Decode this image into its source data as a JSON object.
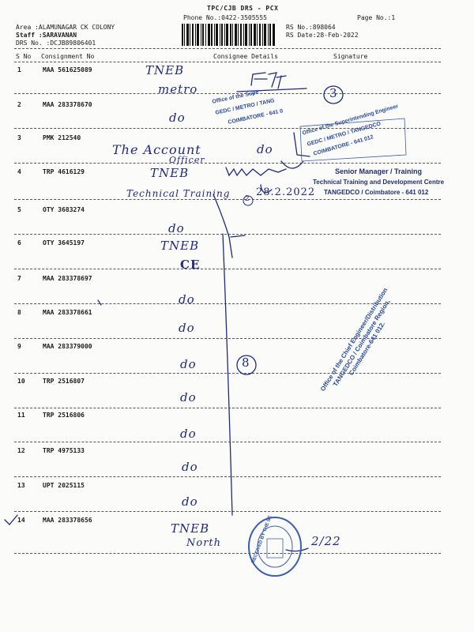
{
  "header": {
    "title": "TPC/CJB  DRS - PCX",
    "phone": "Phone No.:0422-3505555",
    "page": "Page No.:1",
    "area": "Area :ALAMUNAGAR CK COLONY",
    "staff": "Staff :SARAVANAN",
    "drs": "DRS No. :DCJB89806401",
    "rs_no": "RS No.:898064",
    "rs_date": "RS Date:28-Feb-2022"
  },
  "columns": {
    "sno": "S No",
    "consignment": "Consignment No",
    "consignee": "Consignee Details",
    "signature": "Signature"
  },
  "rows": [
    {
      "sno": "1",
      "consignment": "MAA 561625089"
    },
    {
      "sno": "2",
      "consignment": "MAA 283378670"
    },
    {
      "sno": "3",
      "consignment": "PMK 212540"
    },
    {
      "sno": "4",
      "consignment": "TRP 4616129"
    },
    {
      "sno": "5",
      "consignment": "OTY 3683274"
    },
    {
      "sno": "6",
      "consignment": "OTY 3645197"
    },
    {
      "sno": "7",
      "consignment": "MAA 283378697"
    },
    {
      "sno": "8",
      "consignment": "MAA 283378661"
    },
    {
      "sno": "9",
      "consignment": "MAA 283379000"
    },
    {
      "sno": "10",
      "consignment": "TRP 2516807"
    },
    {
      "sno": "11",
      "consignment": "TRP 2516806"
    },
    {
      "sno": "12",
      "consignment": "TRP 4975133"
    },
    {
      "sno": "13",
      "consignment": "UPT 2025115"
    },
    {
      "sno": "14",
      "consignment": "MAA 283378656"
    }
  ],
  "handwriting": {
    "r1a": "TNEB",
    "r1b": "metro",
    "r2": "do",
    "r3a": "The Account",
    "r3b": "Officer",
    "r3c": "do",
    "r4a": "TNEB",
    "r4b": "Technical Training",
    "r5": "do",
    "r6a": "TNEB",
    "r6b": "CE",
    "r7": "do",
    "r8": "do",
    "r9": "do",
    "r10": "do",
    "r11": "do",
    "r12": "do",
    "r13": "do",
    "r14a": "TNEB",
    "r14b": "North",
    "circle1": "3",
    "circle2": "8",
    "circle3": "2",
    "date4": "28.2.2022",
    "date14": "2/22"
  },
  "stamps": {
    "se1_line1": "Office of the Supe",
    "se1_line2": "GEDC / METRO / TANG",
    "se1_line3": "COIMBATORE - 641 0",
    "se2_line1": "Office of the Superintending Engineer",
    "se2_line2": "GEDC / METRO / TANGEDCO",
    "se2_line3": "COIMBATORE - 641 012",
    "tdc_line1": "Senior Manager / Training",
    "tdc_line2": "Technical Training and Development Centre",
    "tdc_line3": "TANGEDCO / Coimbatore - 641 012",
    "ce_line1": "Office of the Chief Engineer/Distribution",
    "ce_line2": "TANGEDCO / Coimbatore Region,",
    "ce_line3": "Coimbatore-641 012.",
    "round_text": "RECEIVED BY THE SE"
  },
  "colors": {
    "ink": "#1f2a80",
    "stamp_blue": "#2a4a9a",
    "print": "#1c1c1c"
  }
}
